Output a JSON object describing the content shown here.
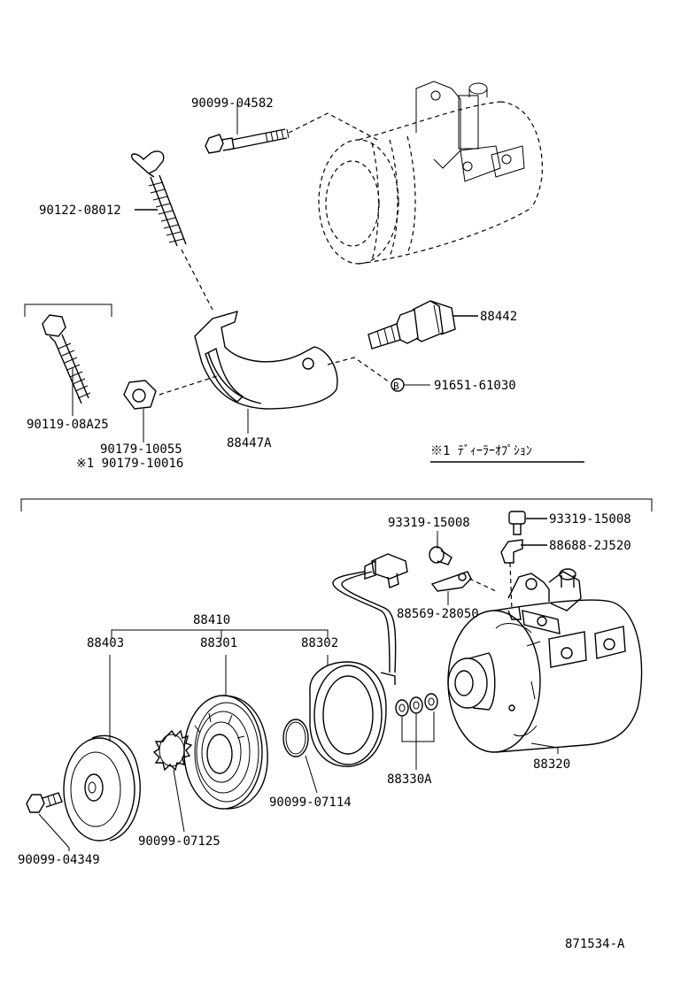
{
  "parts": {
    "bolt_top": "90099-04582",
    "wing_bolt": "90122-08012",
    "bolt_left": "90119-08A25",
    "nut": "90179-10055",
    "nut_option": "※1 90179-10016",
    "bracket": "88447A",
    "switch": "88442",
    "pin": "91651-61030",
    "pin_marker": "B",
    "option_note": "※1 ﾃﾞｨｰﾗｰｵﾌﾟｼｮﾝ",
    "screw_a": "93319-15008",
    "screw_b": "93319-15008",
    "clip": "88688-2J520",
    "bracket_clip": "88569-28050",
    "clutch_assy": "88410",
    "pressure_plate": "88403",
    "pulley": "88301",
    "stator": "88302",
    "compressor": "88320",
    "shims": "88330A",
    "snap_ring_small": "90099-07114",
    "snap_ring_large": "90099-07125",
    "center_bolt": "90099-04349",
    "figure_id": "871534-A"
  }
}
